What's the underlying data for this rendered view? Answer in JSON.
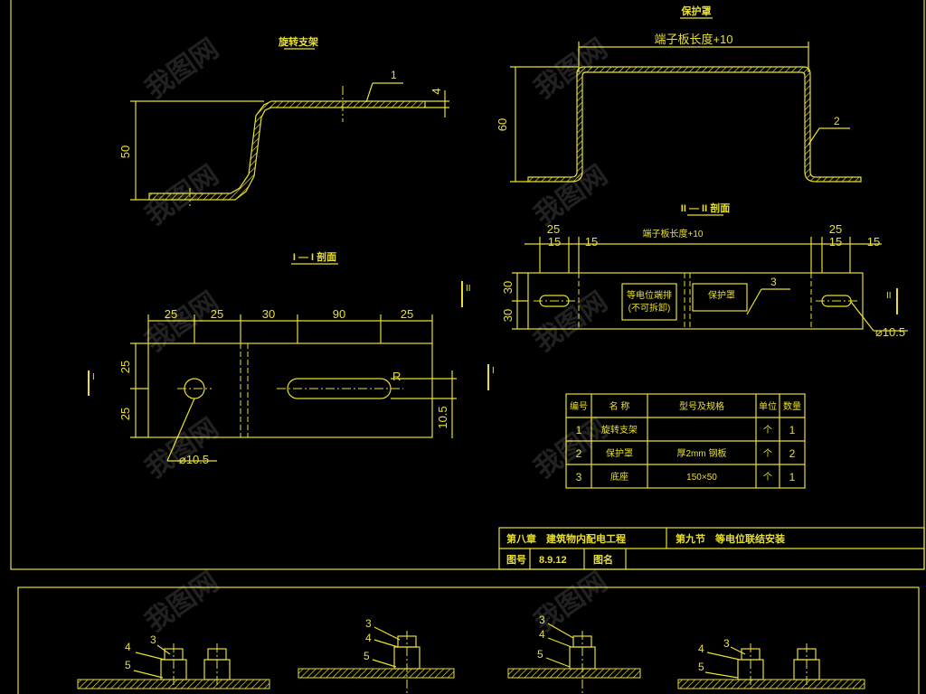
{
  "views": {
    "bracket_title": "旋转支架",
    "cover_title": "保护罩",
    "cover_width": "端子板长度+10",
    "section1_title": "I — I 剖面",
    "section2_title": "II — II 剖面",
    "section2_width": "端子板长度+10",
    "inner_label_a1": "等电位端排",
    "inner_label_a2": "(不可拆卸)",
    "inner_label_b": "保护罩"
  },
  "dims": {
    "bend_height": "50",
    "thickness": "4",
    "cover_height": "60",
    "s1_w1": "25",
    "s1_w2": "25",
    "s1_w3": "30",
    "s1_w4": "90",
    "s1_w5": "25",
    "s1_h1": "25",
    "s1_h2": "25",
    "s1_slot": "10.5",
    "s1_radius": "R",
    "s1_hole": "⌀10.5",
    "s2_t1": "25",
    "s2_t2": "15",
    "s2_t3": "15",
    "s2_r1": "25",
    "s2_r2": "15",
    "s2_r3": "15",
    "s2_h1": "30",
    "s2_h2": "30",
    "s2_hole": "⌀10.5"
  },
  "callouts": {
    "c1": "1",
    "c2": "2",
    "c3": "3",
    "s_left": "I",
    "s_left2": "I",
    "s_right": "II",
    "s_right2": "II"
  },
  "parts_table": {
    "headers": [
      "编号",
      "名 称",
      "型号及规格",
      "单位",
      "数量"
    ],
    "rows": [
      {
        "no": "1",
        "name": "旋转支架",
        "spec": "",
        "unit": "个",
        "qty": "1"
      },
      {
        "no": "2",
        "name": "保护罩",
        "spec": "厚2mm 钢板",
        "unit": "个",
        "qty": "2"
      },
      {
        "no": "3",
        "name": "底座",
        "spec": "150×50",
        "unit": "个",
        "qty": "1"
      }
    ]
  },
  "title_block": {
    "chapter": "第八章　建筑物内配电工程",
    "section": "第九节　等电位联结安装",
    "drawing_no_label": "图号",
    "drawing_no": "8.9.12",
    "drawing_name_label": "图名"
  },
  "lower_callouts": {
    "d1_a": "4",
    "d1_b": "3",
    "d1_c": "5",
    "d2_a": "3",
    "d2_b": "4",
    "d2_c": "5",
    "d3_a": "3",
    "d3_b": "4",
    "d3_c": "5",
    "d4_a": "4",
    "d4_b": "3",
    "d4_c": "5"
  },
  "watermark": "我图网"
}
